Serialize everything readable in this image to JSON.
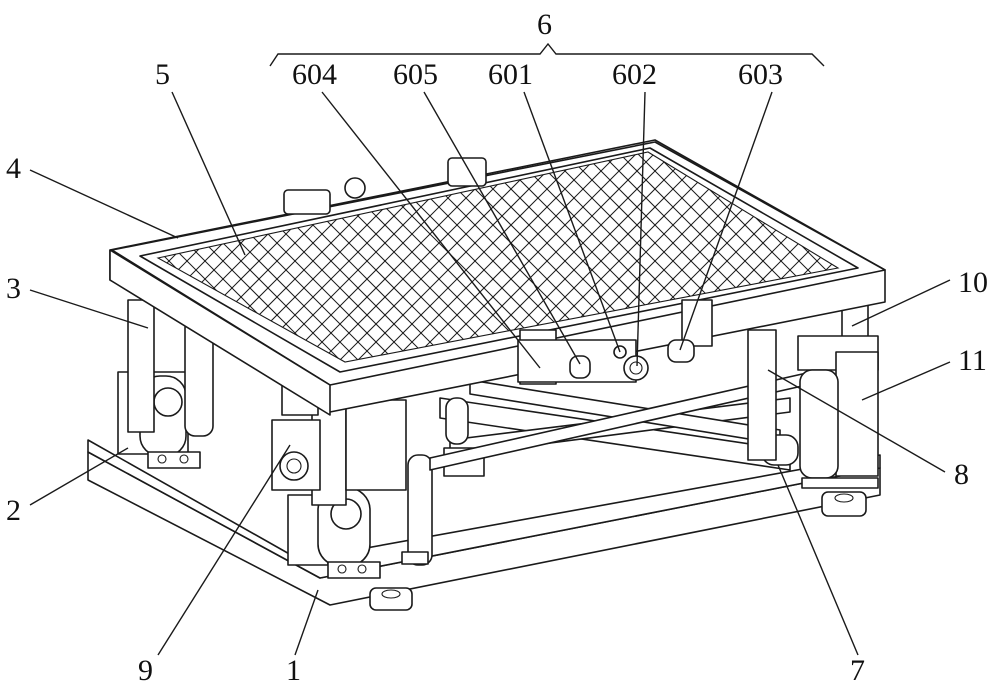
{
  "figure": {
    "group_label": "6",
    "labels": [
      {
        "id": "1",
        "text": "1"
      },
      {
        "id": "2",
        "text": "2"
      },
      {
        "id": "3",
        "text": "3"
      },
      {
        "id": "4",
        "text": "4"
      },
      {
        "id": "5",
        "text": "5"
      },
      {
        "id": "7",
        "text": "7"
      },
      {
        "id": "8",
        "text": "8"
      },
      {
        "id": "9",
        "text": "9"
      },
      {
        "id": "10",
        "text": "10"
      },
      {
        "id": "11",
        "text": "11"
      },
      {
        "id": "601",
        "text": "601"
      },
      {
        "id": "602",
        "text": "602"
      },
      {
        "id": "603",
        "text": "603"
      },
      {
        "id": "604",
        "text": "604"
      },
      {
        "id": "605",
        "text": "605"
      }
    ]
  }
}
